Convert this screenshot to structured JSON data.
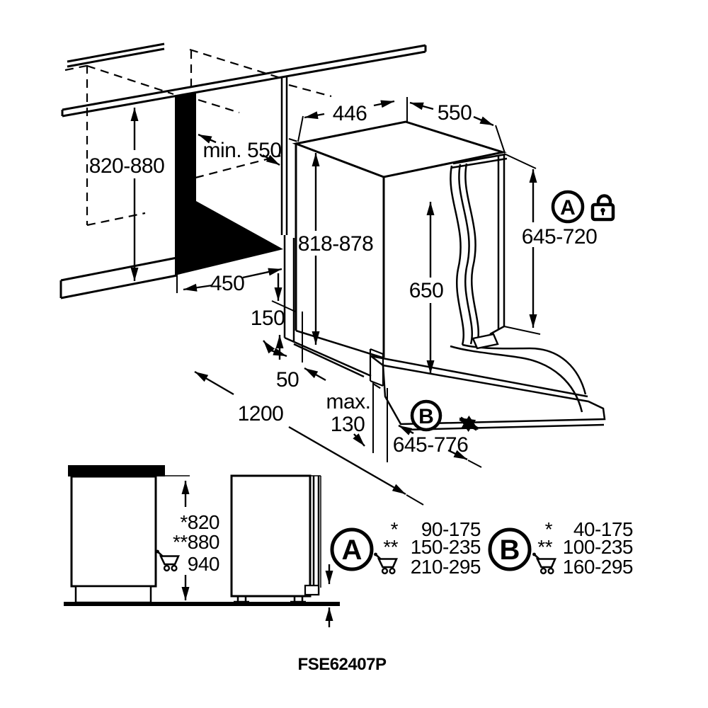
{
  "page": {
    "background": "#ffffff",
    "ink": "#000000"
  },
  "model_number": "FSE62407P",
  "main_view": {
    "dims": {
      "worktop_height": "820-880",
      "niche_depth": "min. 550",
      "top_width": "446",
      "top_depth": "550",
      "appliance_height": "818-878",
      "door_panel_height": "650",
      "door_height_range": "645-720",
      "niche_width": "450",
      "plinth_height": "150",
      "front_offset": "50",
      "front_clearance": "1200",
      "plinth_recess_label": "max.",
      "plinth_recess_value": "130",
      "slide_door_range": "645-776"
    },
    "marker_a": "A",
    "marker_b": "B",
    "icons": [
      "lock-icon",
      "slide-double-arrow-icon"
    ]
  },
  "side_view": {
    "height_variant_1": "*820",
    "height_variant_2": "**880",
    "height_variant_3": "940",
    "icons": [
      "cart-icon"
    ]
  },
  "legend": {
    "a": {
      "label": "A",
      "rows": [
        {
          "marker": "*",
          "value": "90-175"
        },
        {
          "marker": "**",
          "value": "150-235"
        },
        {
          "marker": "cart-icon",
          "value": "210-295"
        }
      ]
    },
    "b": {
      "label": "B",
      "rows": [
        {
          "marker": "*",
          "value": "40-175"
        },
        {
          "marker": "**",
          "value": "100-235"
        },
        {
          "marker": "cart-icon",
          "value": "160-295"
        }
      ]
    }
  }
}
